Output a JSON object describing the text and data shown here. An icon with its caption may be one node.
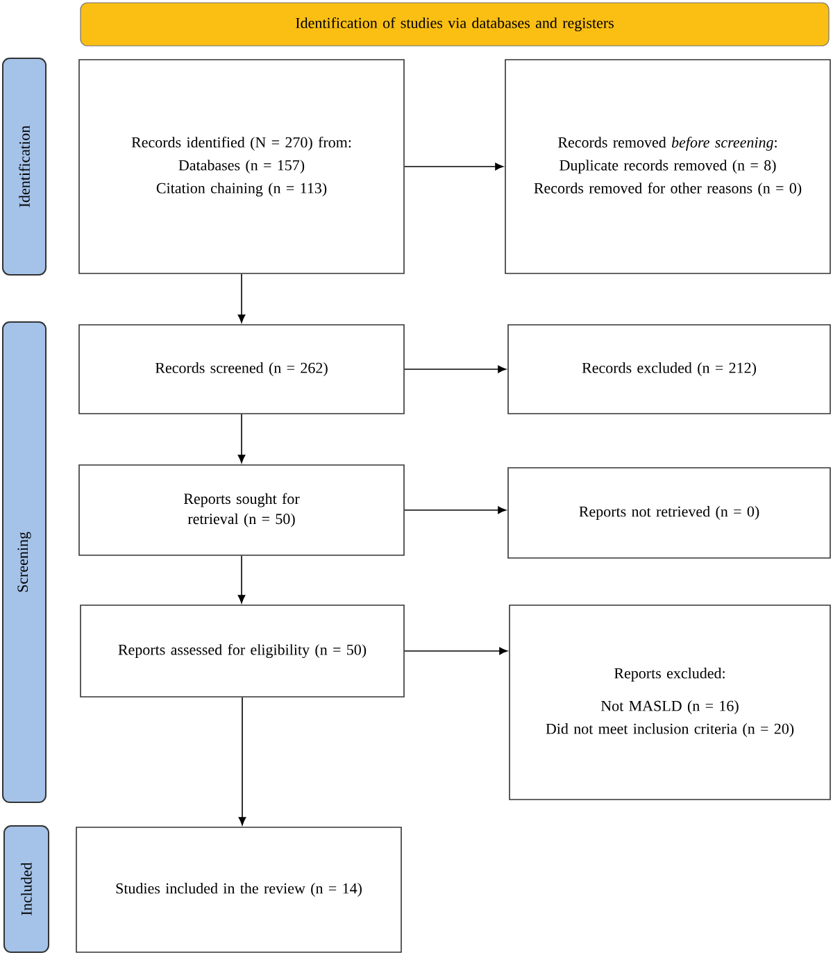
{
  "diagram": {
    "nodes": [
      {
        "text": [
          "Identification of studies via databases and registers"
        ]
      },
      {
        "text": [
          "Identification"
        ]
      },
      {
        "text": [
          "Screening"
        ]
      },
      {
        "text": [
          "Included"
        ]
      },
      {
        "text": [
          "Records identified (N = 270) from:",
          "Databases (n = 157)",
          "Citation chaining (n = 113)"
        ]
      },
      {
        "text": [
          "Records removed *before screening*:",
          "Duplicate records removed (n = 8)",
          "Records removed for other reasons (n = 0)"
        ]
      },
      {
        "text": [
          "Records screened (n = 262)"
        ]
      },
      {
        "text": [
          "Records excluded (n = 212)"
        ]
      },
      {
        "text": [
          "Reports sought for retrieval (n = 50)"
        ]
      },
      {
        "text": [
          "Reports not retrieved (n = 0)"
        ]
      },
      {
        "text": [
          "Reports assessed for eligibility (n = 50)"
        ]
      },
      {
        "text": [
          "Reports excluded:",
          "Not MASLD (n = 16)",
          "Did not meet inclusion criteria (n = 20)"
        ]
      },
      {
        "text": [
          "Studies included in the review (n = 14)"
        ]
      }
    ],
    "edges": [
      {
        "from": 4,
        "to": 5,
        "arrow": "to"
      },
      {
        "from": 4,
        "to": 6,
        "arrow": "to"
      },
      {
        "from": 6,
        "to": 7,
        "arrow": "to"
      },
      {
        "from": 6,
        "to": 8,
        "arrow": "to"
      },
      {
        "from": 8,
        "to": 9,
        "arrow": "to"
      },
      {
        "from": 8,
        "to": 10,
        "arrow": "to"
      },
      {
        "from": 10,
        "to": 11,
        "arrow": "to"
      },
      {
        "from": 10,
        "to": 12,
        "arrow": "to"
      }
    ]
  }
}
